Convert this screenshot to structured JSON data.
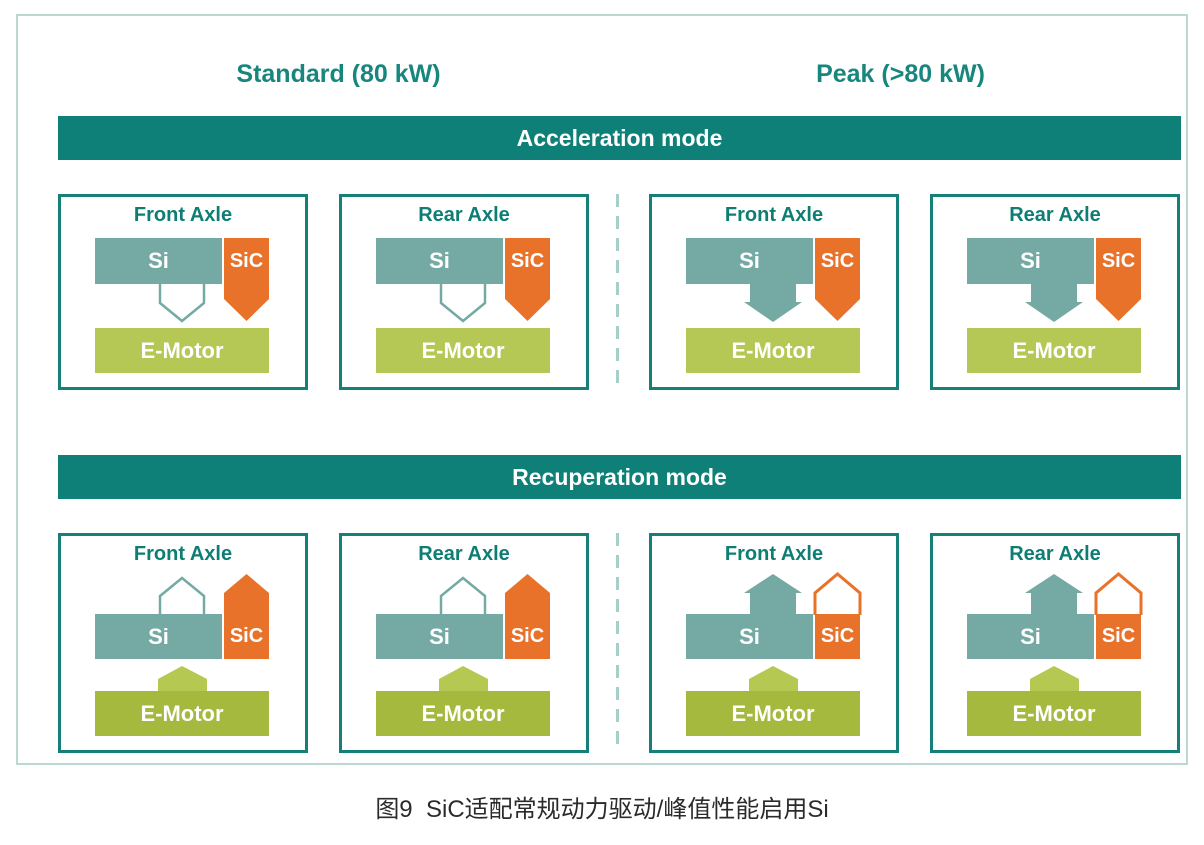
{
  "column_headers": [
    {
      "label": "Standard (80 kW)"
    },
    {
      "label": "Peak (>80 kW)"
    }
  ],
  "modes": [
    {
      "banner": "Acceleration mode",
      "panels": [
        {
          "title": "Front Axle",
          "column": "standard",
          "direction": "down",
          "si_arrow": "inactive-outline",
          "sic_arrow": "active-filled"
        },
        {
          "title": "Rear Axle",
          "column": "standard",
          "direction": "down",
          "si_arrow": "inactive-outline",
          "sic_arrow": "active-filled"
        },
        {
          "title": "Front Axle",
          "column": "peak",
          "direction": "down",
          "si_arrow": "active-filled",
          "sic_arrow": "active-filled"
        },
        {
          "title": "Rear Axle",
          "column": "peak",
          "direction": "down",
          "si_arrow": "active-filled",
          "sic_arrow": "active-filled"
        }
      ]
    },
    {
      "banner": "Recuperation mode",
      "panels": [
        {
          "title": "Front Axle",
          "column": "standard",
          "direction": "up",
          "si_arrow": "inactive-outline",
          "sic_arrow": "active-filled"
        },
        {
          "title": "Rear Axle",
          "column": "standard",
          "direction": "up",
          "si_arrow": "inactive-outline",
          "sic_arrow": "active-filled"
        },
        {
          "title": "Front Axle",
          "column": "peak",
          "direction": "up",
          "si_arrow": "active-filled",
          "sic_arrow": "inactive-outline"
        },
        {
          "title": "Rear Axle",
          "column": "peak",
          "direction": "up",
          "si_arrow": "active-filled",
          "sic_arrow": "inactive-outline"
        }
      ]
    }
  ],
  "block_labels": {
    "si": "Si",
    "sic": "SiC",
    "emotor": "E-Motor"
  },
  "caption": "图9  SiC适配常规动力驱动/峰值性能启用Si",
  "colors": {
    "si": "#74A9A4",
    "sic": "#E8722A",
    "em_accel": "#B5C855",
    "em_recup": "#A4B93E",
    "em_arrow": "#B5C851",
    "banner": "#0E8077",
    "panel_border": "#158077",
    "title_text": "#0E7D74",
    "header_text": "#17877D",
    "caption_text": "#2B2B2B",
    "divider": "#A6CFC9",
    "outer_border": "#BCD9D1"
  }
}
